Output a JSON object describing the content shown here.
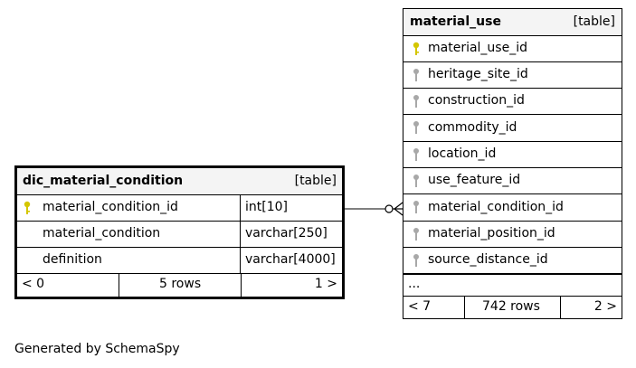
{
  "left_table": {
    "name": "dic_material_condition",
    "kind": "[table]",
    "columns": [
      {
        "name": "material_condition_id",
        "type": "int[10]",
        "key": "primary"
      },
      {
        "name": "material_condition",
        "type": "varchar[250]",
        "key": "none"
      },
      {
        "name": "definition",
        "type": "varchar[4000]",
        "key": "none"
      }
    ],
    "footer": {
      "parents": "< 0",
      "rows": "5 rows",
      "children": "1 >"
    }
  },
  "right_table": {
    "name": "material_use",
    "kind": "[table]",
    "columns": [
      {
        "name": "material_use_id",
        "key": "primary"
      },
      {
        "name": "heritage_site_id",
        "key": "foreign"
      },
      {
        "name": "construction_id",
        "key": "foreign"
      },
      {
        "name": "commodity_id",
        "key": "foreign"
      },
      {
        "name": "location_id",
        "key": "foreign"
      },
      {
        "name": "use_feature_id",
        "key": "foreign"
      },
      {
        "name": "material_condition_id",
        "key": "foreign"
      },
      {
        "name": "material_position_id",
        "key": "foreign"
      },
      {
        "name": "source_distance_id",
        "key": "foreign"
      }
    ],
    "ellipsis": "...",
    "footer": {
      "parents": "< 7",
      "rows": "742 rows",
      "children": "2 >"
    }
  },
  "footer_text": "Generated by SchemaSpy",
  "colors": {
    "primary_key": "#d4c600",
    "foreign_key": "#a8a8a8",
    "header_bg": "#f4f4f4",
    "border": "#000000"
  }
}
